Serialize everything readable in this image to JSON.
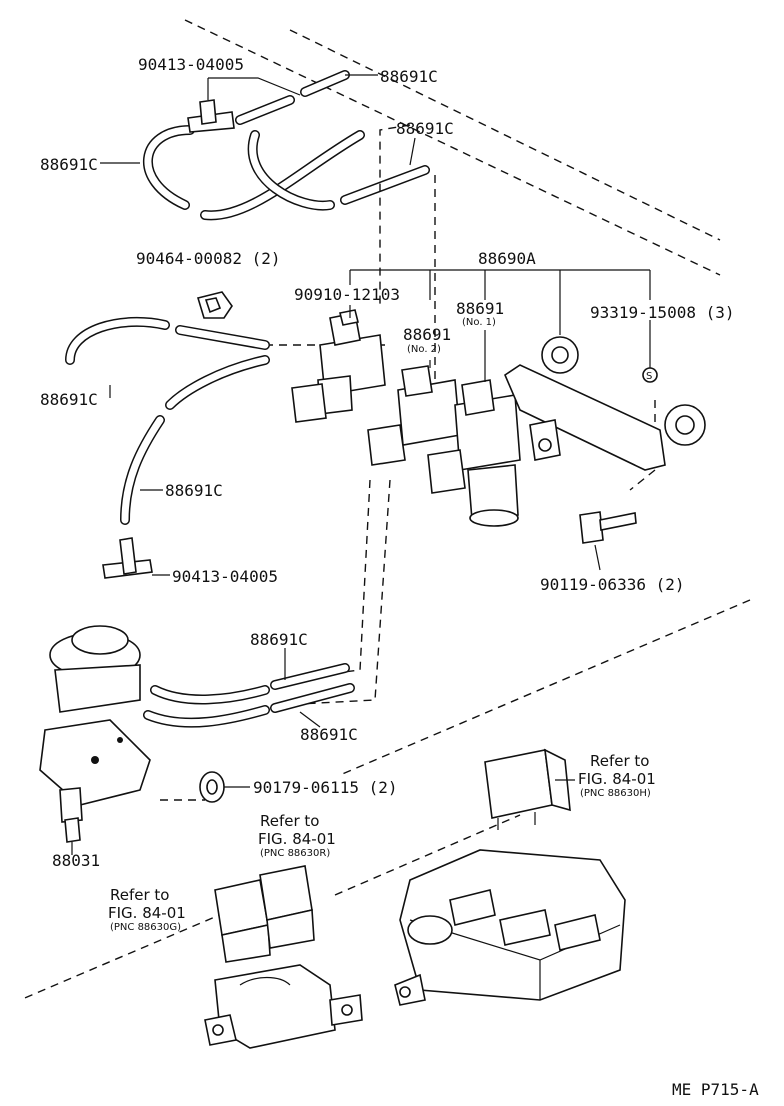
{
  "labels": {
    "t_90413_top": "90413-04005",
    "hose_top_right": "88691C",
    "hose_right_2": "88691C",
    "hose_left_top": "88691C",
    "clamp": "90464-00082 (2)",
    "valve_assy": "88690A",
    "bracket_bolt": "90910-12103",
    "valve_no2": "88691",
    "valve_no2_sub": "(No. 2)",
    "valve_no1": "88691",
    "valve_no1_sub": "(No. 1)",
    "screw": "93319-15008 (3)",
    "hose_left_mid": "88691C",
    "hose_left_long": "88691C",
    "t_90413_mid": "90413-04005",
    "bolt": "90119-06336 (2)",
    "hose_low_1": "88691C",
    "hose_low_2": "88691C",
    "grommet": "90179-06115 (2)",
    "actuator": "88031",
    "refer_right_1": "Refer to",
    "refer_right_2": "FIG. 84-01",
    "refer_right_3": "(PNC 88630H)",
    "refer_mid_1": "Refer to",
    "refer_mid_2": "FIG. 84-01",
    "refer_mid_3": "(PNC 88630R)",
    "refer_left_1": "Refer to",
    "refer_left_2": "FIG. 84-01",
    "refer_left_3": "(PNC 88630G)",
    "screw_mark": "S",
    "page_code": "ME  P715-A"
  }
}
